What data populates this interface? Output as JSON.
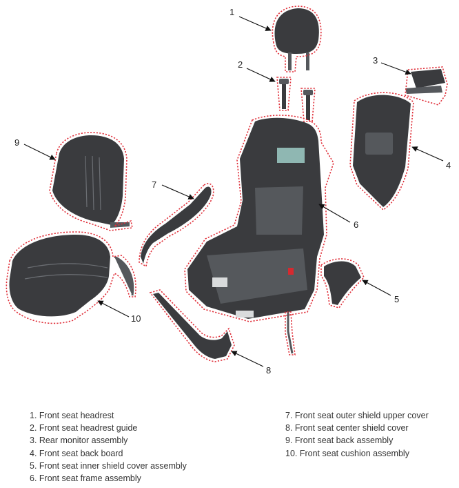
{
  "callouts": {
    "c1": "1",
    "c2": "2",
    "c3": "3",
    "c4": "4",
    "c5": "5",
    "c6": "6",
    "c7": "7",
    "c8": "8",
    "c9": "9",
    "c10": "10"
  },
  "legend": {
    "left": [
      "1. Front seat headrest",
      "2. Front seat headrest guide",
      "3. Rear monitor assembly",
      "4. Front seat back board",
      "5. Front seat inner shield cover assembly",
      "6. Front seat frame assembly"
    ],
    "right": [
      "7. Front seat outer shield upper cover",
      "8. Front seat center shield cover",
      "9. Front seat back assembly",
      "10. Front seat cushion assembly"
    ]
  },
  "colors": {
    "outline": "#e0313b",
    "part": "#3a3b3e",
    "text": "#333333"
  }
}
